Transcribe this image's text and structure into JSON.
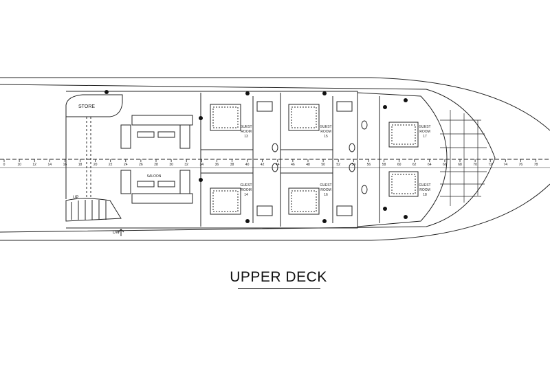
{
  "deck_title": "UPPER DECK",
  "rooms": {
    "store": "STORE",
    "saloon": "SALOON",
    "guest_room_line1": "GUEST",
    "guest_room_line2": "ROOM",
    "guest_numbers": [
      "13",
      "14",
      "15",
      "16",
      "17",
      "18"
    ]
  },
  "stairs": {
    "up": "UP",
    "down": "DW"
  },
  "frame_scale": [
    "0",
    "10",
    "12",
    "14",
    "16",
    "18",
    "20",
    "22",
    "24",
    "26",
    "28",
    "30",
    "32",
    "34",
    "36",
    "38",
    "40",
    "42",
    "44",
    "46",
    "48",
    "50",
    "52",
    "54",
    "56",
    "58",
    "60",
    "62",
    "64",
    "66",
    "68",
    "70",
    "72",
    "74",
    "76",
    "78"
  ],
  "colors": {
    "line": "#222222",
    "background": "#ffffff"
  }
}
